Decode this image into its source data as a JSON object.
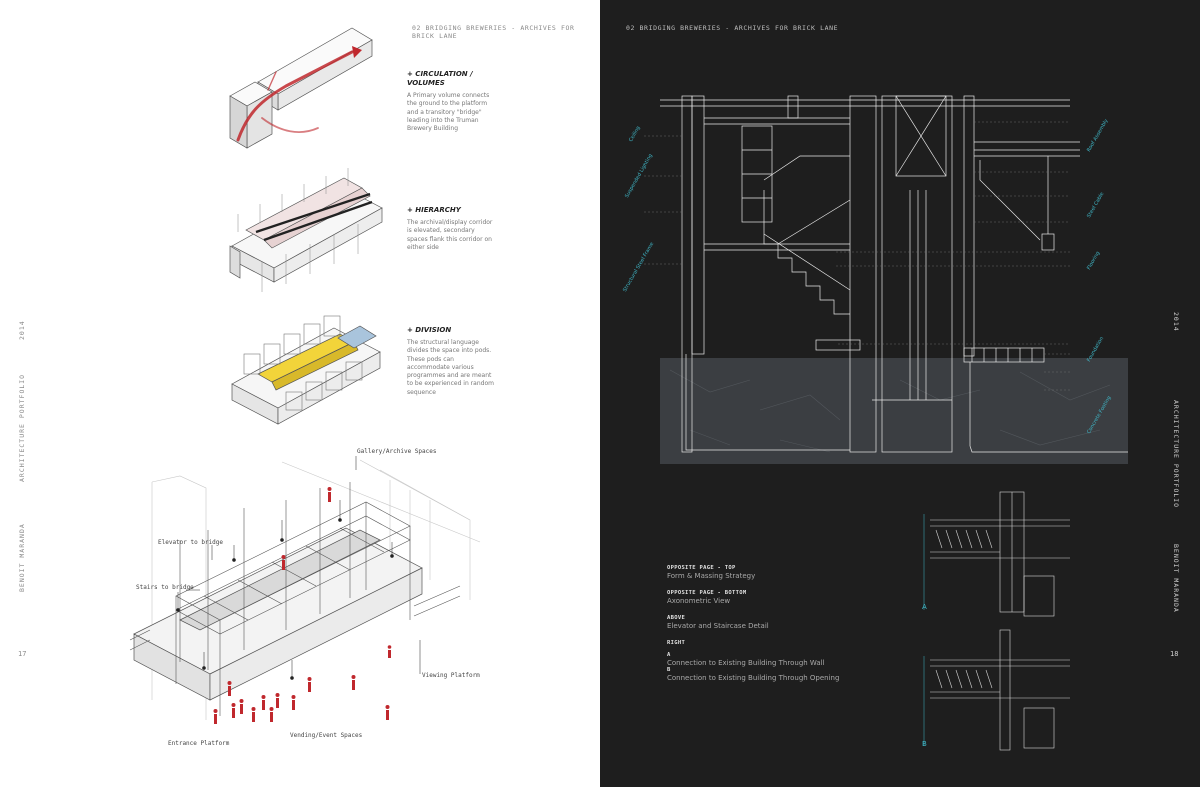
{
  "left_page": {
    "running_head": "02 BRIDGING BREWERIES - ARCHIVES FOR BRICK LANE",
    "margin_year": "2014",
    "margin_title": "ARCHITECTURE PORTFOLIO",
    "margin_author": "BENOIT MARANDA",
    "page_number": "17",
    "concepts": [
      {
        "title": "+ CIRCULATION / VOLUMES",
        "text": "A Primary volume connects the ground to the platform and a transitory \"bridge\" leading into the Truman Brewery Building"
      },
      {
        "title": "+ HIERARCHY",
        "text": "The archival/display corridor is elevated, secondary spaces flank this corridor on either side"
      },
      {
        "title": "+ DIVISION",
        "text": "The structural language divides the space into pods. These pods can accommodate various programmes and are meant to be experienced in random sequence"
      }
    ],
    "axo_labels": {
      "gallery": "Gallery/Archive Spaces",
      "elevator": "Elevator to bridge",
      "stairs": "Stairs to bridge",
      "viewing": "Viewing Platform",
      "entrance": "Entrance Platform",
      "vending": "Vending/Event Spaces"
    }
  },
  "right_page": {
    "running_head": "02 BRIDGING BREWERIES - ARCHIVES FOR BRICK LANE",
    "margin_year": "2014",
    "margin_title": "ARCHITECTURE PORTFOLIO",
    "margin_author": "BENOIT MARANDA",
    "page_number": "18",
    "captions": [
      {
        "head": "OPPOSITE PAGE - TOP",
        "text": "Form & Massing Strategy"
      },
      {
        "head": "OPPOSITE PAGE - BOTTOM",
        "text": "Axonometric View"
      },
      {
        "head": "ABOVE",
        "text": "Elevator and Staircase Detail"
      }
    ],
    "right_caption": {
      "head": "RIGHT",
      "a_label": "A",
      "a_text": "Connection to Existing Building Through Wall",
      "b_label": "B",
      "b_text": "Connection to Existing Building Through Opening"
    },
    "detail_marks": {
      "a": "A",
      "b": "B"
    }
  },
  "colors": {
    "accent_red": "#c0282d",
    "accent_yellow": "#f2d43a",
    "annotation_cyan": "#3fb6c6",
    "dark_page": "#1e1e1e"
  }
}
